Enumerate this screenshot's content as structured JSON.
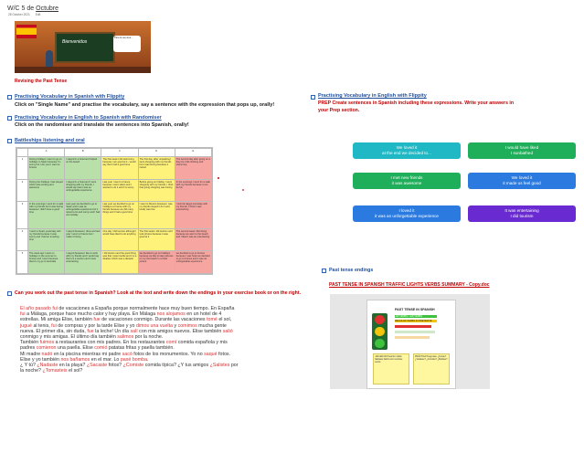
{
  "header": {
    "title_prefix": "W/C 5 de ",
    "title_month": "Octubre",
    "date": "28 October 2021",
    "edit": "Edit"
  },
  "hero": {
    "board_text": "Bienvenidos",
    "bubble_text": "Para la semana..."
  },
  "revise_heading": "Revising the Past Tense",
  "activities": [
    {
      "link": "Practising Vocabulary in Spanish with Flippity",
      "description": "Click on \"Single Name\" and practise the vocabulary, say a sentence with the expression that pops up, orally!"
    },
    {
      "link": "Practising Vocabulary in English to Spanish with Randomiser",
      "description": "Click on the randomiser and translate the sentences into Spanish, orally!"
    },
    {
      "link": "Battleships listening and oral",
      "description": ""
    }
  ],
  "grid": {
    "headers": [
      "",
      "A",
      "B",
      "C",
      "D",
      "E"
    ],
    "rows": [
      {
        "n": "1",
        "cells": [
          "During holidays I went to go on holidays in Spain because I'm sunny but I am your I went to France",
          "I stayed in a hotel and helped on the beach",
          "The first week I did swimming because I am good at it - would say that I had a good time",
          "The first day, after unpacking I went shopping with my friends but it was boring because it rained",
          "The second day after going on a day trip I did climbing and swimming"
        ],
        "colors": [
          "g",
          "g",
          "y",
          "y",
          "r"
        ]
      },
      {
        "n": "2",
        "cells": [
          "During the holidays I last played which was exciting and awesome",
          "I stayed in a hotel and I went shopping with my friends, I would say that it was an unforgettable experience",
          "Last year I went to France because I went skiers and I wanted to do it and it is sunny",
          "Before going on holiday, I went shopping with my friends, I think that going shopping was boring",
          "In the evenings I went for a walk with my friends because it can be fun"
        ],
        "colors": [
          "g",
          "g",
          "y",
          "y",
          "r"
        ]
      },
      {
        "n": "3",
        "cells": [
          "In the evenings I went for a walk with my friends but it was boring because I didn't have a good time",
          "Last year we decided to go to Spain and it was an unforgettable experience but it rained a lot and sunny and I had one holiday",
          "Last year we decided to go on holidays to France with my friends because we did many things and I had a good time",
          "I went to Mexico because I was my friends stayed it do it and loudly was fine",
          "I visit the Egypt someday with my friends, I think it was entertaining"
        ],
        "colors": [
          "g",
          "g",
          "y",
          "y",
          "r"
        ]
      },
      {
        "n": "4",
        "cells": [
          "I went to Spain yesterday with my friends because it was sunny and I had an amazing time",
          "I stayed because I drew and last year I went to France but I made it boring",
          "One day I did tourism although I would have liked to do anything",
          "The first week I did tourism and took photos because it was good at it",
          "The second week I did diving because we went to the beach and I liked I was an entertaining"
        ],
        "colors": [
          "g",
          "g",
          "y",
          "y",
          "r"
        ]
      },
      {
        "n": "5",
        "cells": [
          "The week ago I went on holidays in the summer to France and I went because there's my go to Australia",
          "I stayed because I like to work with my friends and I would say that it is a tourism and it was entertaining",
          "I did tourism and the good thing was that I was trouble and it is a disaster which was a disaster",
          "we decided to go on holidays because we like to take pictures on my the beach in a hotel picture",
          "we decided to go to France because I was hotel we decided to go to France and it was an unforgettable experience"
        ],
        "colors": [
          "g",
          "g",
          "y",
          "r",
          "r"
        ]
      }
    ]
  },
  "flippity": {
    "link": "Practising Vocabulary in English with Flippity",
    "prep": "PREP Create sentences in Spanish including these expressions. Write your answers in your Prep section."
  },
  "tiles": [
    {
      "l1": "We loved it",
      "l2": "at the end we decided to...",
      "style": "a"
    },
    {
      "l1": "I would have liked",
      "l2": "I sunbathed",
      "style": "b"
    },
    {
      "l1": "I met new friends",
      "l2": "it was awesome",
      "style": "b"
    },
    {
      "l1": "We loved it",
      "l2": "it made us feel good",
      "style": "c"
    },
    {
      "l1": "I loved it",
      "l2": "it was an unforgettable experience",
      "style": "c"
    },
    {
      "l1": "It was entertaining",
      "l2": "I did tourism",
      "style": "d"
    }
  ],
  "past_tense": {
    "title": "Past tense endings",
    "doc_link": "PAST TENSE IN SPANISH TRAFFIC LIGHTS VERBS SUMMARY - Copy.doc",
    "doc_title": "PAST TENSE IN SPANISH",
    "doc_line1": "-AR VERBS / -ER VERBS",
    "doc_line2": "REGULAR VERBS IN PRETERITE",
    "box1": "-AR/-ER/-IR Pretérito: hablé hablaste habló comí comiste comió",
    "box2": "PRÁCTICA Preguntas: ¿Fuiste? ¿Visitaste? ¿Comiste? ¿Bebiste?"
  },
  "ask": "Can you work out the past tense in Spanish? Look at the text and write down the endings in your exercise book or on the right.",
  "story": [
    [
      [
        "El año pasado fui",
        "v"
      ],
      [
        " de vacaciones a España porque normalmente hace muy buen tiempo. En España ",
        ""
      ],
      [
        "fui",
        "v"
      ],
      [
        " a Málaga, porque hace mucho calor y hay playa. En Málaga ",
        ""
      ],
      [
        "nos alojamos",
        "v"
      ],
      [
        " en un hotel de 4 estrellas. Mi amiga Elise, también ",
        ""
      ],
      [
        "fue",
        "v"
      ],
      [
        " de vacaciones conmigo. Durante las vacaciones ",
        ""
      ],
      [
        "tomé",
        "v"
      ],
      [
        " el sol, ",
        ""
      ],
      [
        "jugué",
        "v"
      ],
      [
        " al tenis, ",
        ""
      ],
      [
        "fui",
        "v"
      ],
      [
        " de compras y por la tarde Elise y yo ",
        ""
      ],
      [
        "dimos una vuelta",
        "v"
      ],
      [
        " y ",
        ""
      ],
      [
        "comimos",
        "v"
      ],
      [
        " mucha gente nueva. El primer día, sin duda, ",
        ""
      ],
      [
        "fue",
        "v"
      ],
      [
        " la leche! Un día ",
        ""
      ],
      [
        "salí",
        "v"
      ],
      [
        " con mis amigos nuevos. Elise también ",
        ""
      ],
      [
        "salió",
        "v"
      ],
      [
        " conmigo y mis amigas. El último día también ",
        ""
      ],
      [
        "salimos",
        "v"
      ],
      [
        " por la noche.",
        ""
      ]
    ],
    [
      [
        "También ",
        ""
      ],
      [
        "fuimos",
        "v"
      ],
      [
        " a restaurantes con mis padres. En los restaurantes ",
        ""
      ],
      [
        "comí",
        "v"
      ],
      [
        " comida española y mis padres ",
        ""
      ],
      [
        "comieron",
        "v"
      ],
      [
        " una paella. Elise ",
        ""
      ],
      [
        "comió",
        "v"
      ],
      [
        " patatas fritas y paella también.",
        ""
      ]
    ],
    [
      [
        "Mi madre ",
        ""
      ],
      [
        "nadó",
        "v"
      ],
      [
        " en la piscina mientras mi padre ",
        ""
      ],
      [
        "sacó",
        "v"
      ],
      [
        " fotos de los monumentos. Yo no ",
        ""
      ],
      [
        "saqué",
        "v"
      ],
      [
        " fotos.",
        ""
      ]
    ],
    [
      [
        "Elise y yo también ",
        ""
      ],
      [
        "nos bañamos",
        "v"
      ],
      [
        " en el mar. Lo ",
        ""
      ],
      [
        "pasé",
        "v"
      ],
      [
        " ",
        ""
      ],
      [
        "bomba",
        "v"
      ],
      [
        ".",
        ""
      ]
    ],
    [
      [
        "¿ Y tú? ",
        ""
      ],
      [
        "¿Nadaste",
        "v"
      ],
      [
        " en la playa? ",
        ""
      ],
      [
        "¿Sacaste",
        "v"
      ],
      [
        " fotos? ",
        ""
      ],
      [
        "¿Comiste",
        "v"
      ],
      [
        " comida típica? ¿Y tus amigos ",
        ""
      ],
      [
        "¿Salistes",
        "v"
      ],
      [
        " por la noche? ",
        ""
      ],
      [
        "¿Tomasteis",
        "v"
      ],
      [
        " el sol?",
        ""
      ]
    ]
  ],
  "colors": {
    "link": "#1f4e9c",
    "heading_red": "#c00000",
    "verb_red": "#d93030"
  }
}
